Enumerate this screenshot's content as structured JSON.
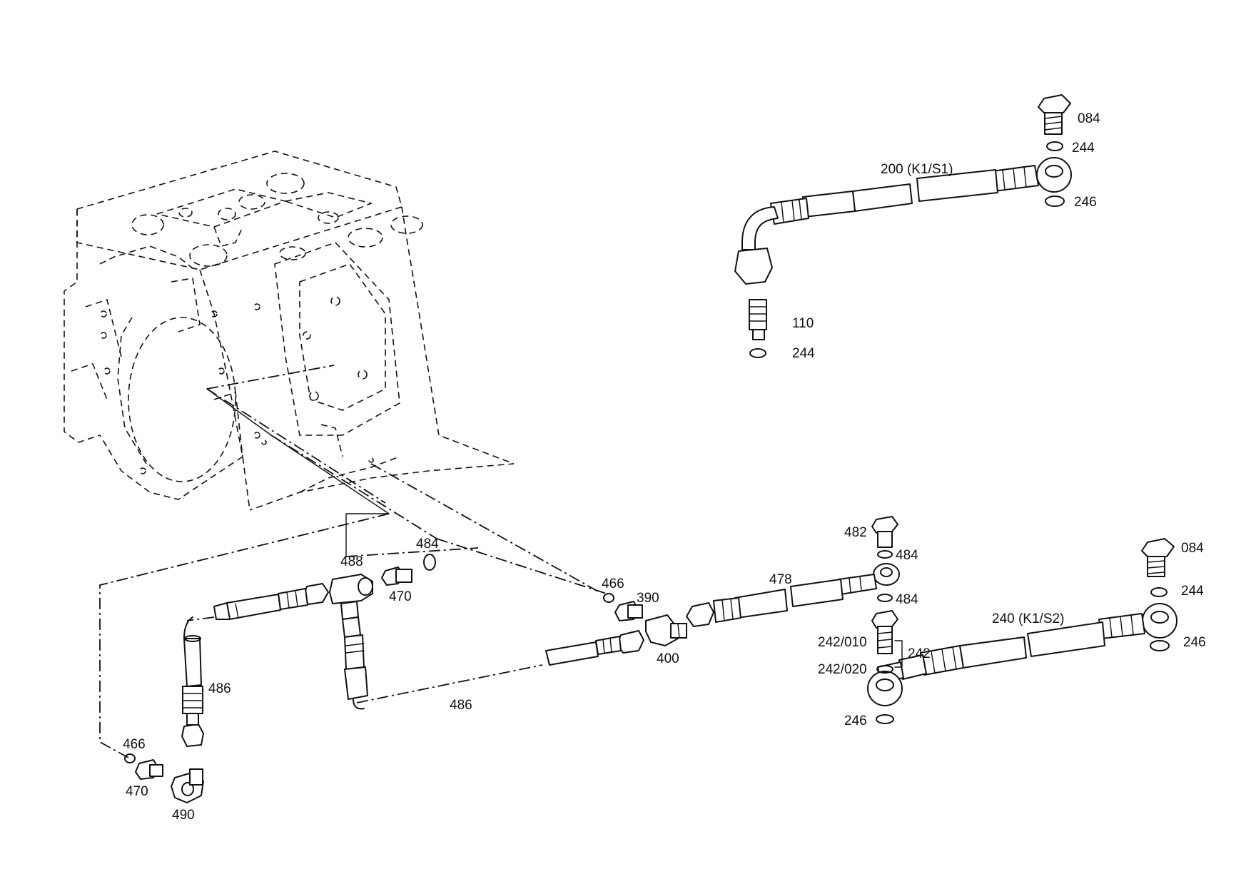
{
  "labels": {
    "l084_top": "084",
    "l244_top": "244",
    "l200": "200 (K1/S1)",
    "l246_top": "246",
    "l110": "110",
    "l244_mid": "244",
    "l482": "482",
    "l484_a": "484",
    "l484_b": "484",
    "l478": "478",
    "l466_mid": "466",
    "l390": "390",
    "l400": "400",
    "l488": "488",
    "l470_mid": "470",
    "l484_left": "484",
    "l486_left": "486",
    "l486_bottom": "486",
    "l466_bot": "466",
    "l470_bot": "470",
    "l490": "490",
    "l084_right": "084",
    "l244_right": "244",
    "l240": "240 (K1/S2)",
    "l246_right": "246",
    "l242_010": "242/010",
    "l242": "242",
    "l242_020": "242/020",
    "l246_bot": "246"
  }
}
